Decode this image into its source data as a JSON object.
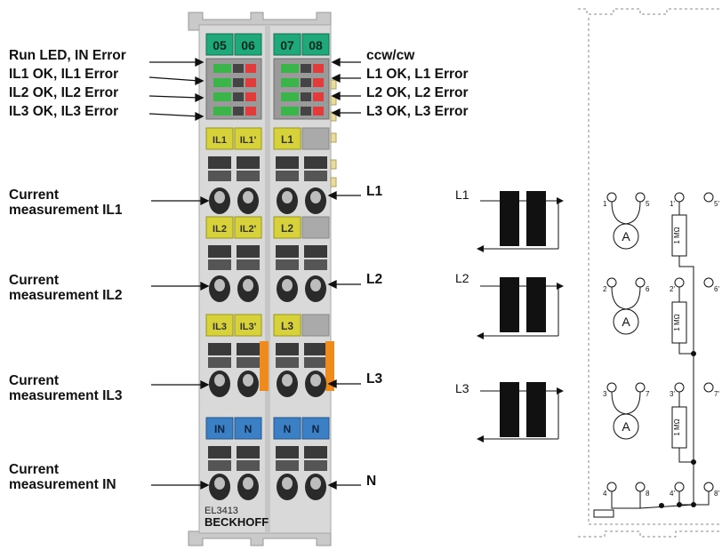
{
  "left_labels": {
    "run_led": "Run LED, IN Error",
    "il1": "IL1 OK, IL1 Error",
    "il2": "IL2 OK, IL2 Error",
    "il3": "IL3 OK, IL3 Error",
    "cur_l1_a": "Current",
    "cur_l1_b": "measurement IL1",
    "cur_l2_a": "Current",
    "cur_l2_b": "measurement IL2",
    "cur_l3_a": "Current",
    "cur_l3_b": "measurement IL3",
    "cur_n_a": "Current",
    "cur_n_b": "measurement IN"
  },
  "right_labels": {
    "ccw": "ccw/cw",
    "l1": "L1 OK, L1 Error",
    "l2": "L2 OK, L2 Error",
    "l3": "L3 OK, L3 Error",
    "term_l1": "L1",
    "term_l2": "L2",
    "term_l3": "L3",
    "term_n": "N"
  },
  "module": {
    "led_numbers": [
      "05",
      "06",
      "07",
      "08"
    ],
    "row1": [
      "IL1",
      "IL1'",
      "L1"
    ],
    "row2": [
      "IL2",
      "IL2'",
      "L2"
    ],
    "row3": [
      "IL3",
      "IL3'",
      "L3"
    ],
    "row4": [
      "IN",
      "N",
      "N",
      "N"
    ],
    "model": "EL3413",
    "brand": "BECKHOFF",
    "accent_green": "#1fa87a",
    "accent_yellow": "#d8d23a",
    "accent_blue": "#3b7fc4",
    "accent_orange": "#f08a1c"
  },
  "circuit": {
    "phases": [
      "L1",
      "L2",
      "L3"
    ],
    "meter": "A",
    "resistor": "1 MΩ",
    "terminals_top": [
      "1",
      "5",
      "1'",
      "5'"
    ],
    "terminals_mid": [
      "2",
      "6",
      "2'",
      "6'"
    ],
    "terminals_bot": [
      "3",
      "7",
      "3'",
      "7'"
    ],
    "terminals_n": [
      "4",
      "8",
      "4'",
      "8'"
    ]
  }
}
